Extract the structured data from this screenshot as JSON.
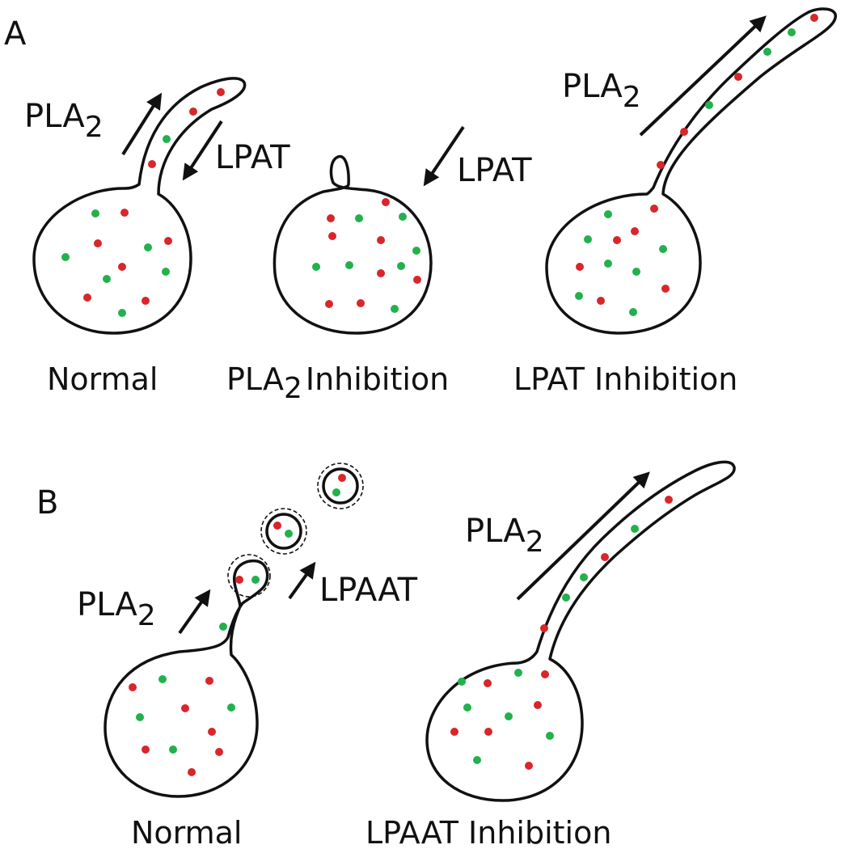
{
  "panels": {
    "a": {
      "letter": "A",
      "normal": {
        "caption": "Normal",
        "enzyme_up": "PLA",
        "enzyme_up_sub": "2",
        "enzyme_down": "LPAT"
      },
      "pla2_inhibition": {
        "caption_main": "PLA",
        "caption_sub": "2",
        "caption_rest": "Inhibition",
        "enzyme_down": "LPAT"
      },
      "lpat_inhibition": {
        "caption": "LPAT Inhibition",
        "enzyme_up": "PLA",
        "enzyme_up_sub": "2"
      }
    },
    "b": {
      "letter": "B",
      "normal": {
        "caption": "Normal",
        "enzyme_up": "PLA",
        "enzyme_up_sub": "2",
        "enzyme_vesicle": "LPAAT"
      },
      "lpaat_inhibition": {
        "caption": "LPAAT Inhibition",
        "enzyme_up": "PLA",
        "enzyme_up_sub": "2"
      }
    }
  },
  "colors": {
    "red_dot": "#d8262a",
    "green_dot": "#22b14c",
    "outline": "#111111"
  }
}
